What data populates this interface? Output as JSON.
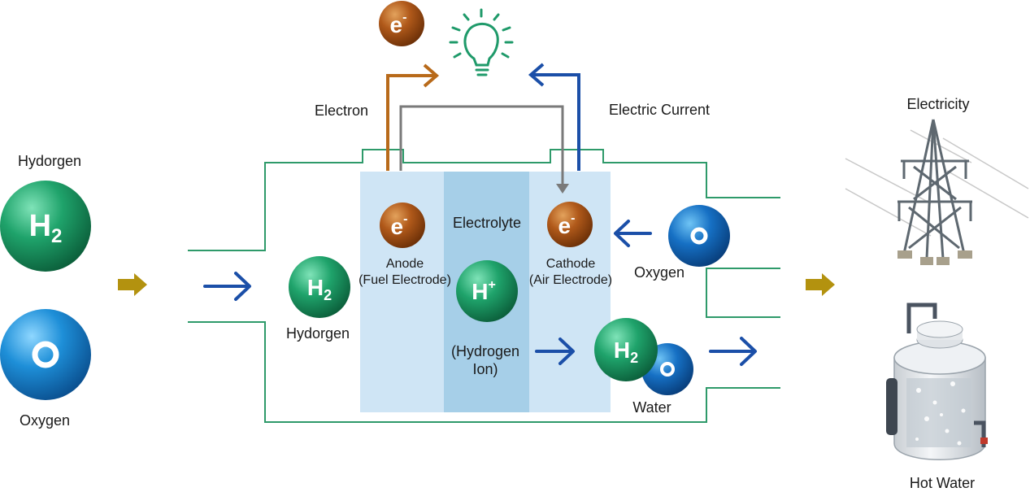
{
  "labels": {
    "input_hydrogen": "Hydorgen",
    "input_oxygen": "Oxygen",
    "electron": "Electron",
    "electric_current": "Electric Current",
    "anode": "Anode",
    "anode_sub": "(Fuel Electrode)",
    "electrolyte": "Electrolyte",
    "cathode": "Cathode",
    "cathode_sub": "(Air Electrode)",
    "cell_hydrogen": "Hydorgen",
    "cell_oxygen": "Oxygen",
    "hydrogen_ion_line1": "(Hydrogen",
    "hydrogen_ion_line2": "Ion)",
    "water": "Water",
    "output_electricity": "Electricity",
    "output_hot_water": "Hot Water"
  },
  "symbols": {
    "hydrogen": "H",
    "hydrogen_sub": "2",
    "oxygen": "O",
    "electron": "e",
    "electron_sup": "-",
    "ion": "H",
    "ion_sup": "+"
  },
  "colors": {
    "circuit_green": "#2e9a6a",
    "electron_arrow": "#b86a1a",
    "current_arrow": "#1b4fa8",
    "gray_wire": "#7a7a7a",
    "electrode_fill": "#cfe5f5",
    "electrolyte_fill": "#a6cfe8",
    "flow_arrow_blue": "#1b4fa8",
    "gold_arrow": "#b3920f",
    "bulb_green": "#1f9a6a"
  },
  "icons": {
    "bulb": "light-bulb-icon",
    "tower": "power-tower-icon",
    "tank": "hot-water-tank-icon"
  }
}
